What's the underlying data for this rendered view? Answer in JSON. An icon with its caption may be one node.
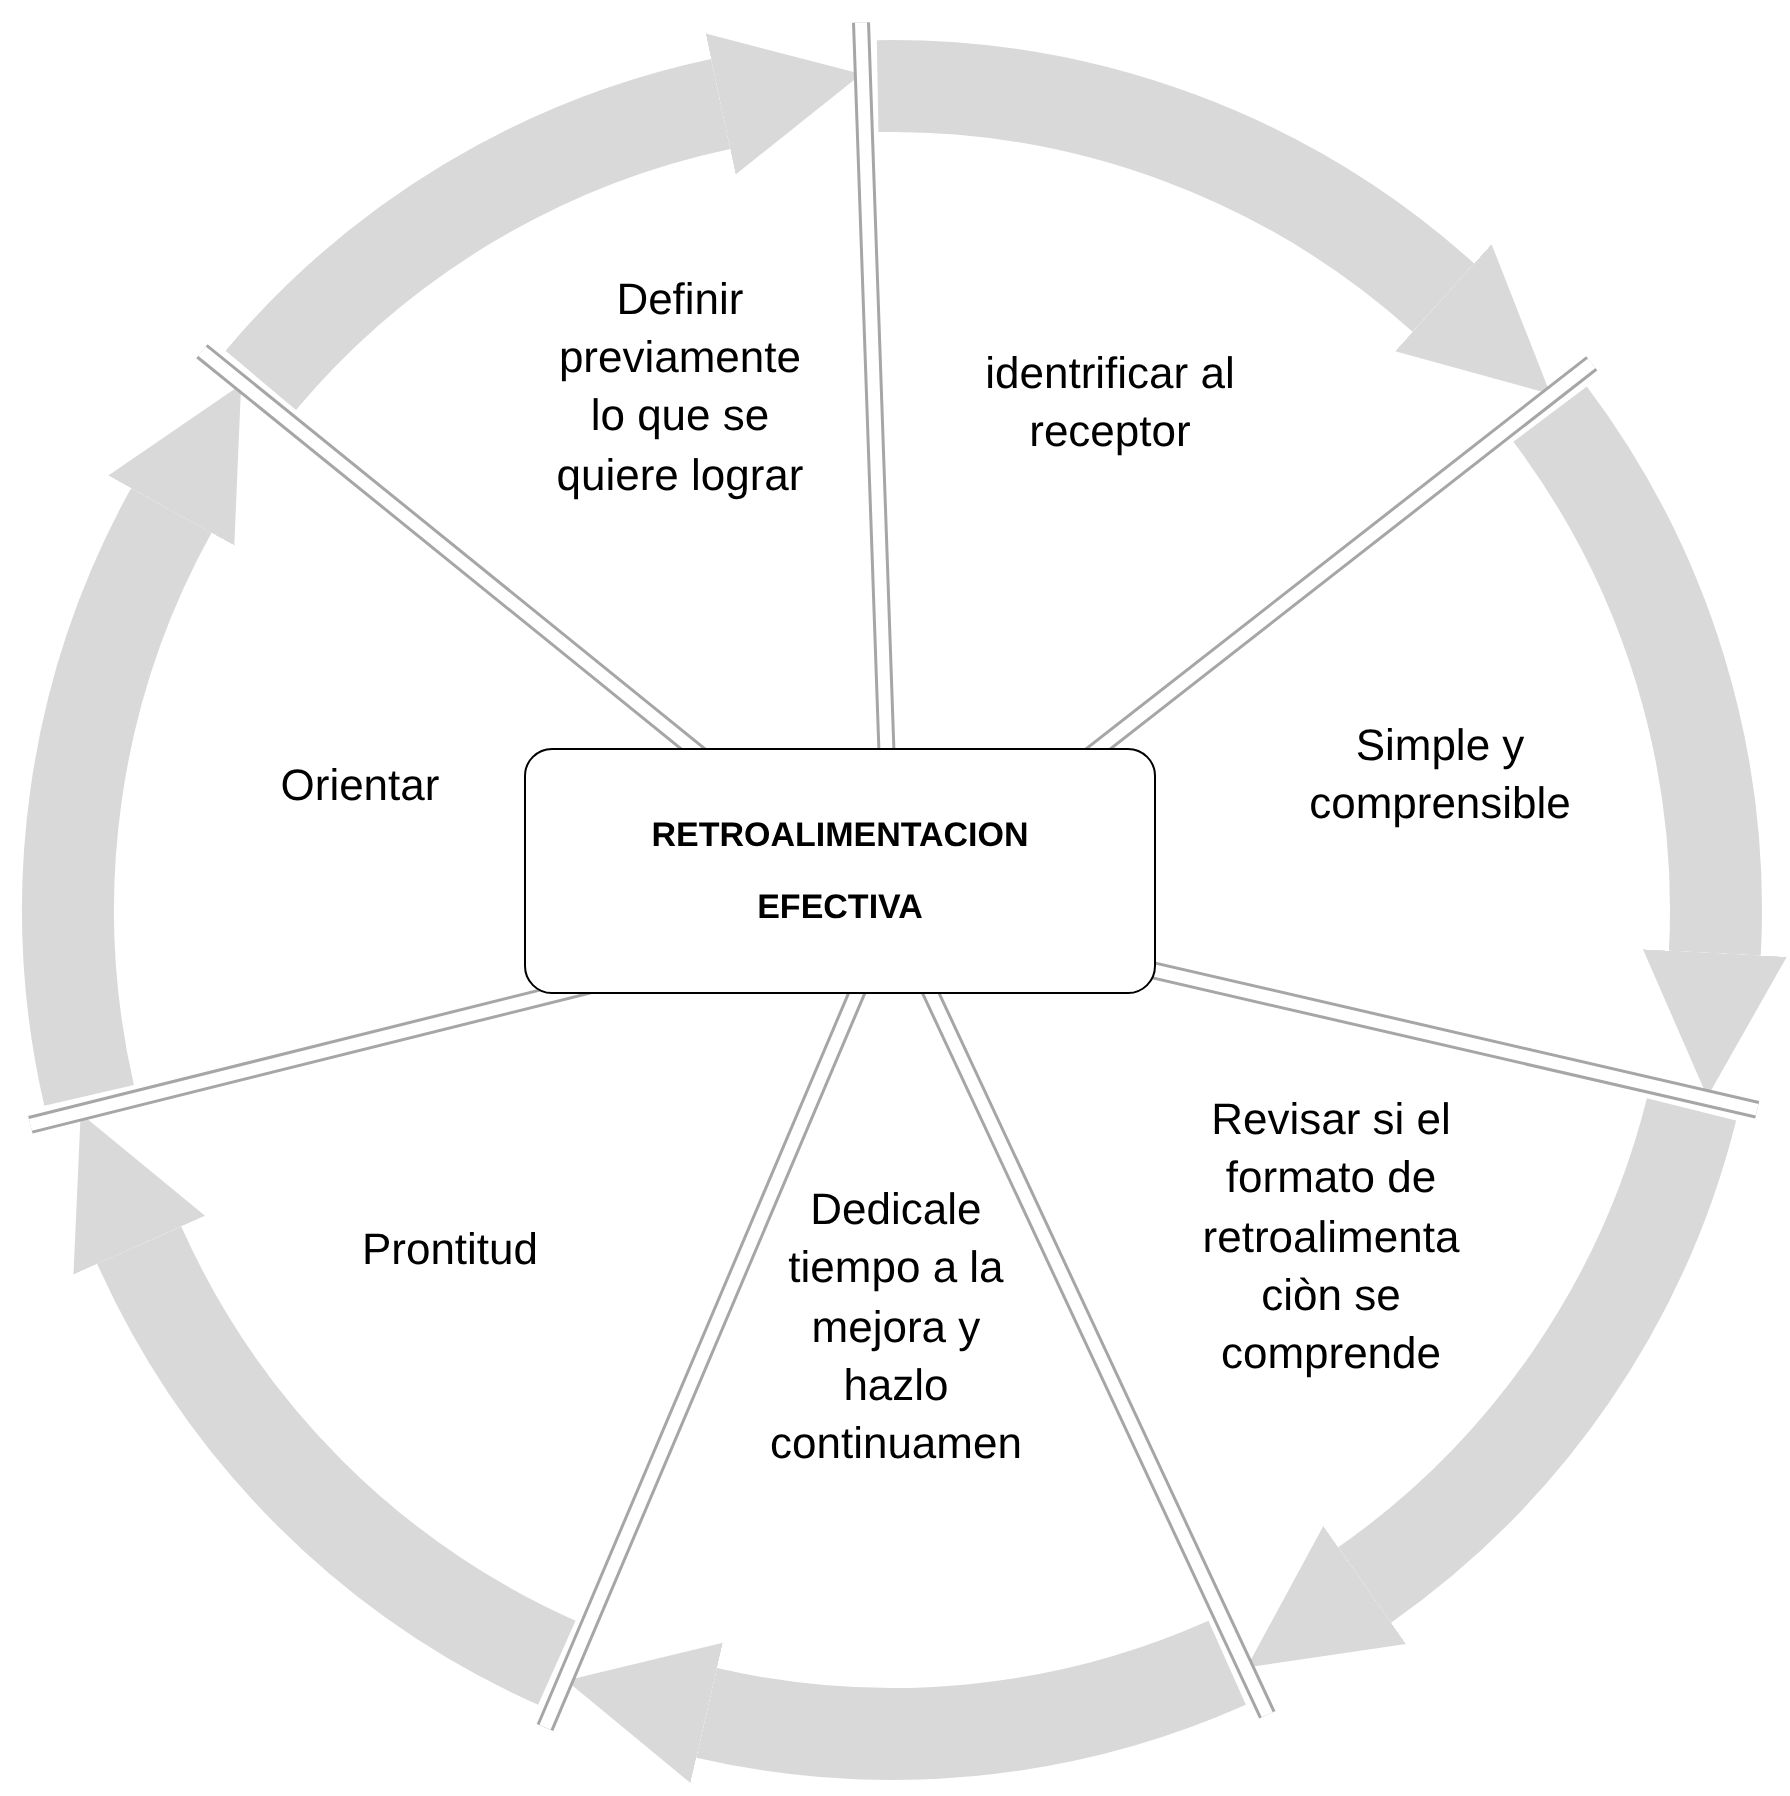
{
  "diagram": {
    "nodes": [
      {
        "text": [
          "RETROALIMENTACION EFECTIVA"
        ]
      },
      {
        "text": [
          "Definir previamente lo que se quiere lograr"
        ]
      },
      {
        "text": [
          "identrificar al receptor"
        ]
      },
      {
        "text": [
          "Simple y comprensible"
        ]
      },
      {
        "text": [
          "Revisar si el formato de retroalimenta ciòn se comprende"
        ]
      },
      {
        "text": [
          "Dedicale tiempo a la mejora y hazlo continuamen"
        ]
      },
      {
        "text": [
          "Prontitud"
        ]
      },
      {
        "text": [
          "Orientar"
        ]
      }
    ]
  }
}
